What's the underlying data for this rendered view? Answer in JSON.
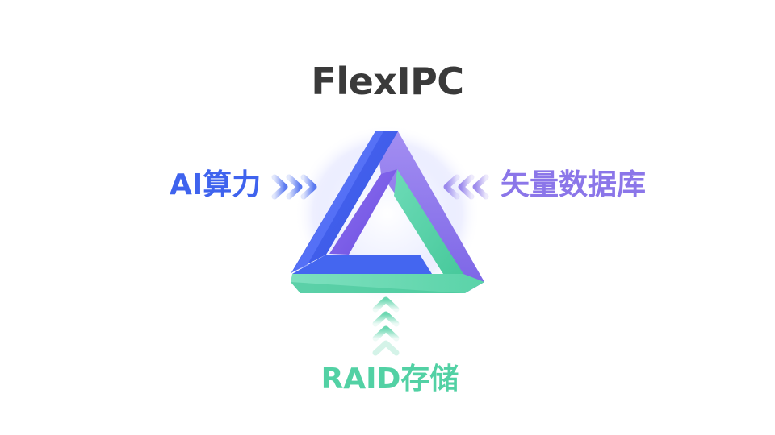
{
  "title": "FlexIPC",
  "inputs": {
    "left": "AI算力",
    "right": "矢量数据库",
    "bottom": "RAID存储"
  },
  "colors": {
    "title": "#3a3a3a",
    "left_blue": "#3f63ee",
    "right_purple": "#8b76e9",
    "bottom_green": "#52d1a4"
  },
  "icons": {
    "center": "penrose-triangle-icon",
    "left_arrows": "triple-chevron-right-icon",
    "right_arrows": "triple-chevron-left-icon",
    "bottom_arrows": "triple-chevron-up-icon"
  }
}
